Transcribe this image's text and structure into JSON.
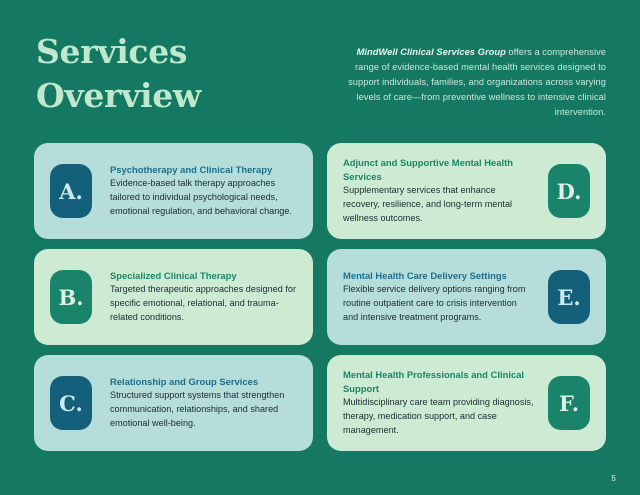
{
  "slide": {
    "background_color": "#157862",
    "page_number": "5"
  },
  "header": {
    "title_line1": "Services",
    "title_line2": "Overview",
    "intro_lead": "MindWell Clinical Services Group",
    "intro_rest": " offers a comprehensive range of evidence-based mental health services designed to support individuals, families, and organizations across varying levels of care—from preventive wellness to intensive clinical intervention."
  },
  "cards": [
    {
      "letter": "A.",
      "heading": "Psychotherapy and Clinical Therapy",
      "text": "Evidence-based talk therapy approaches tailored to individual psychological needs, emotional regulation, and behavioral change.",
      "theme": "blue",
      "badge_color": "#145f79",
      "card_color": "#b5ddda",
      "heading_color": "#1a6f8f",
      "badge_position": "left"
    },
    {
      "letter": "D.",
      "heading": "Adjunct and Supportive Mental Health Services",
      "text": "Supplementary services that enhance recovery, resilience, and long-term mental wellness outcomes.",
      "theme": "green",
      "badge_color": "#19846a",
      "card_color": "#ccebd2",
      "heading_color": "#1b8568",
      "badge_position": "right"
    },
    {
      "letter": "B.",
      "heading": "Specialized Clinical Therapy",
      "text": "Targeted therapeutic approaches designed for specific emotional, relational, and trauma-related conditions.",
      "theme": "green",
      "badge_color": "#19846a",
      "card_color": "#ccebd2",
      "heading_color": "#1b8568",
      "badge_position": "left"
    },
    {
      "letter": "E.",
      "heading": "Mental Health Care Delivery Settings",
      "text": "Flexible service delivery options ranging from routine outpatient care to crisis intervention and intensive treatment programs.",
      "theme": "blue",
      "badge_color": "#145f79",
      "card_color": "#b5ddda",
      "heading_color": "#1a6f8f",
      "badge_position": "right"
    },
    {
      "letter": "C.",
      "heading": "Relationship and Group Services",
      "text": "Structured support systems that strengthen communication, relationships, and shared emotional well-being.",
      "theme": "blue",
      "badge_color": "#145f79",
      "card_color": "#b5ddda",
      "heading_color": "#1a6f8f",
      "badge_position": "left"
    },
    {
      "letter": "F.",
      "heading": "Mental Health Professionals and Clinical Support",
      "text": "Multidisciplinary care team providing diagnosis, therapy, medication support, and case management.",
      "theme": "green",
      "badge_color": "#19846a",
      "card_color": "#ccebd2",
      "heading_color": "#1b8568",
      "badge_position": "right"
    }
  ]
}
